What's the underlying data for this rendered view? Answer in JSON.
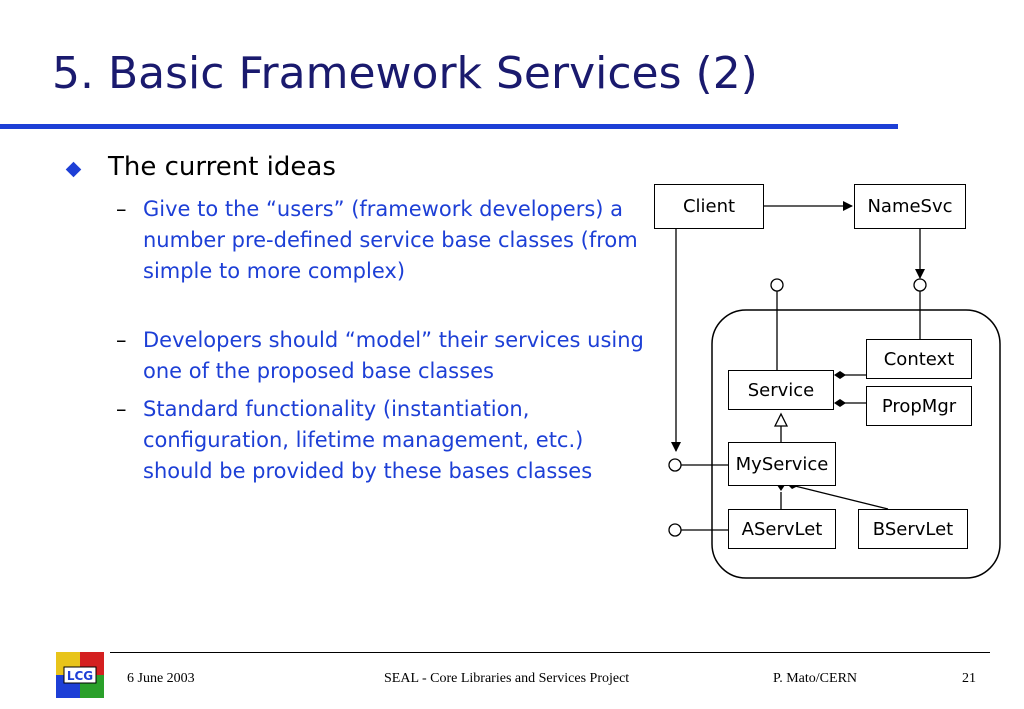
{
  "slide": {
    "title": "5. Basic Framework Services (2)",
    "bullet": "The current ideas",
    "sub_bullets": [
      {
        "dash": "–",
        "text": "Give to the “users” (framework developers) a number pre-defined service base classes (from simple to more complex)"
      },
      {
        "dash": "–",
        "text": "Developers should “model” their services using one of the proposed base classes"
      },
      {
        "dash": "–",
        "text": "Standard functionality (instantiation, configuration, lifetime management, etc.) should be provided by these bases classes"
      }
    ]
  },
  "diagram": {
    "boxes": {
      "client": "Client",
      "namesvc": "NameSvc",
      "context": "Context",
      "service": "Service",
      "propmgr": "PropMgr",
      "myservice": "MyService",
      "aservlet": "AServLet",
      "bservlet": "BServLet"
    }
  },
  "footer": {
    "date": "6 June 2003",
    "project": "SEAL - Core Libraries and Services Project",
    "author": "P. Mato/CERN",
    "page": "21"
  },
  "logo": {
    "text": "LCG",
    "colors": [
      "#e8c41a",
      "#d42020",
      "#1d3fd6",
      "#2aa02a"
    ]
  }
}
